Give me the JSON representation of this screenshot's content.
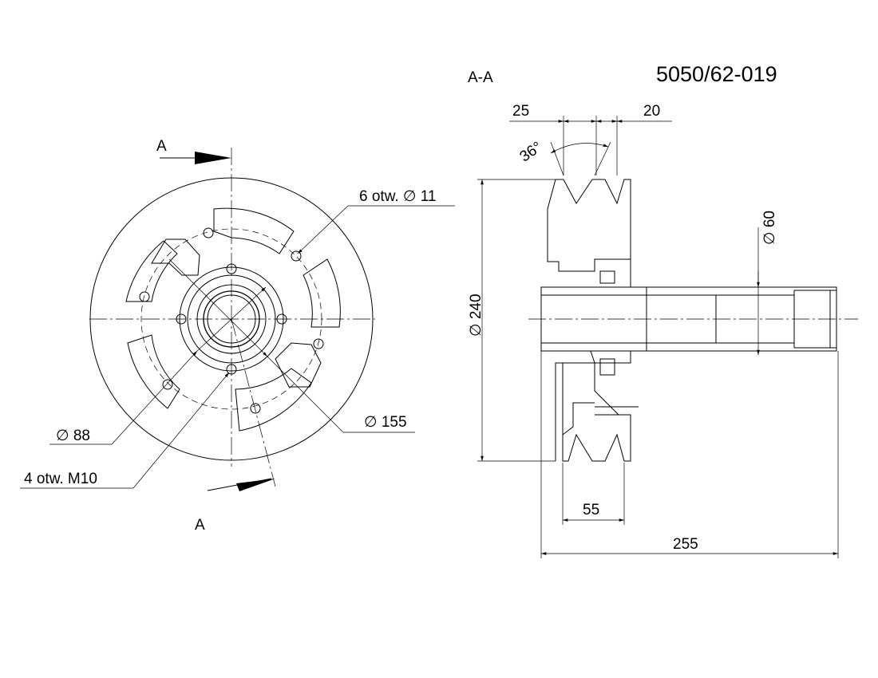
{
  "drawing": {
    "number": "5050/62-019",
    "section_label": "A-A",
    "cut_mark_top": "A",
    "cut_mark_bottom": "A"
  },
  "front_view": {
    "holes_label": "6 otw. ∅ 11",
    "diameter_88": "∅ 88",
    "diameter_155": "∅ 155",
    "threads_label": "4 otw. M10"
  },
  "section_view": {
    "dim_25": "25",
    "dim_20": "20",
    "angle": "36°",
    "diameter_240": "∅ 240",
    "diameter_60": "∅ 60",
    "dim_55": "55",
    "dim_255": "255"
  }
}
